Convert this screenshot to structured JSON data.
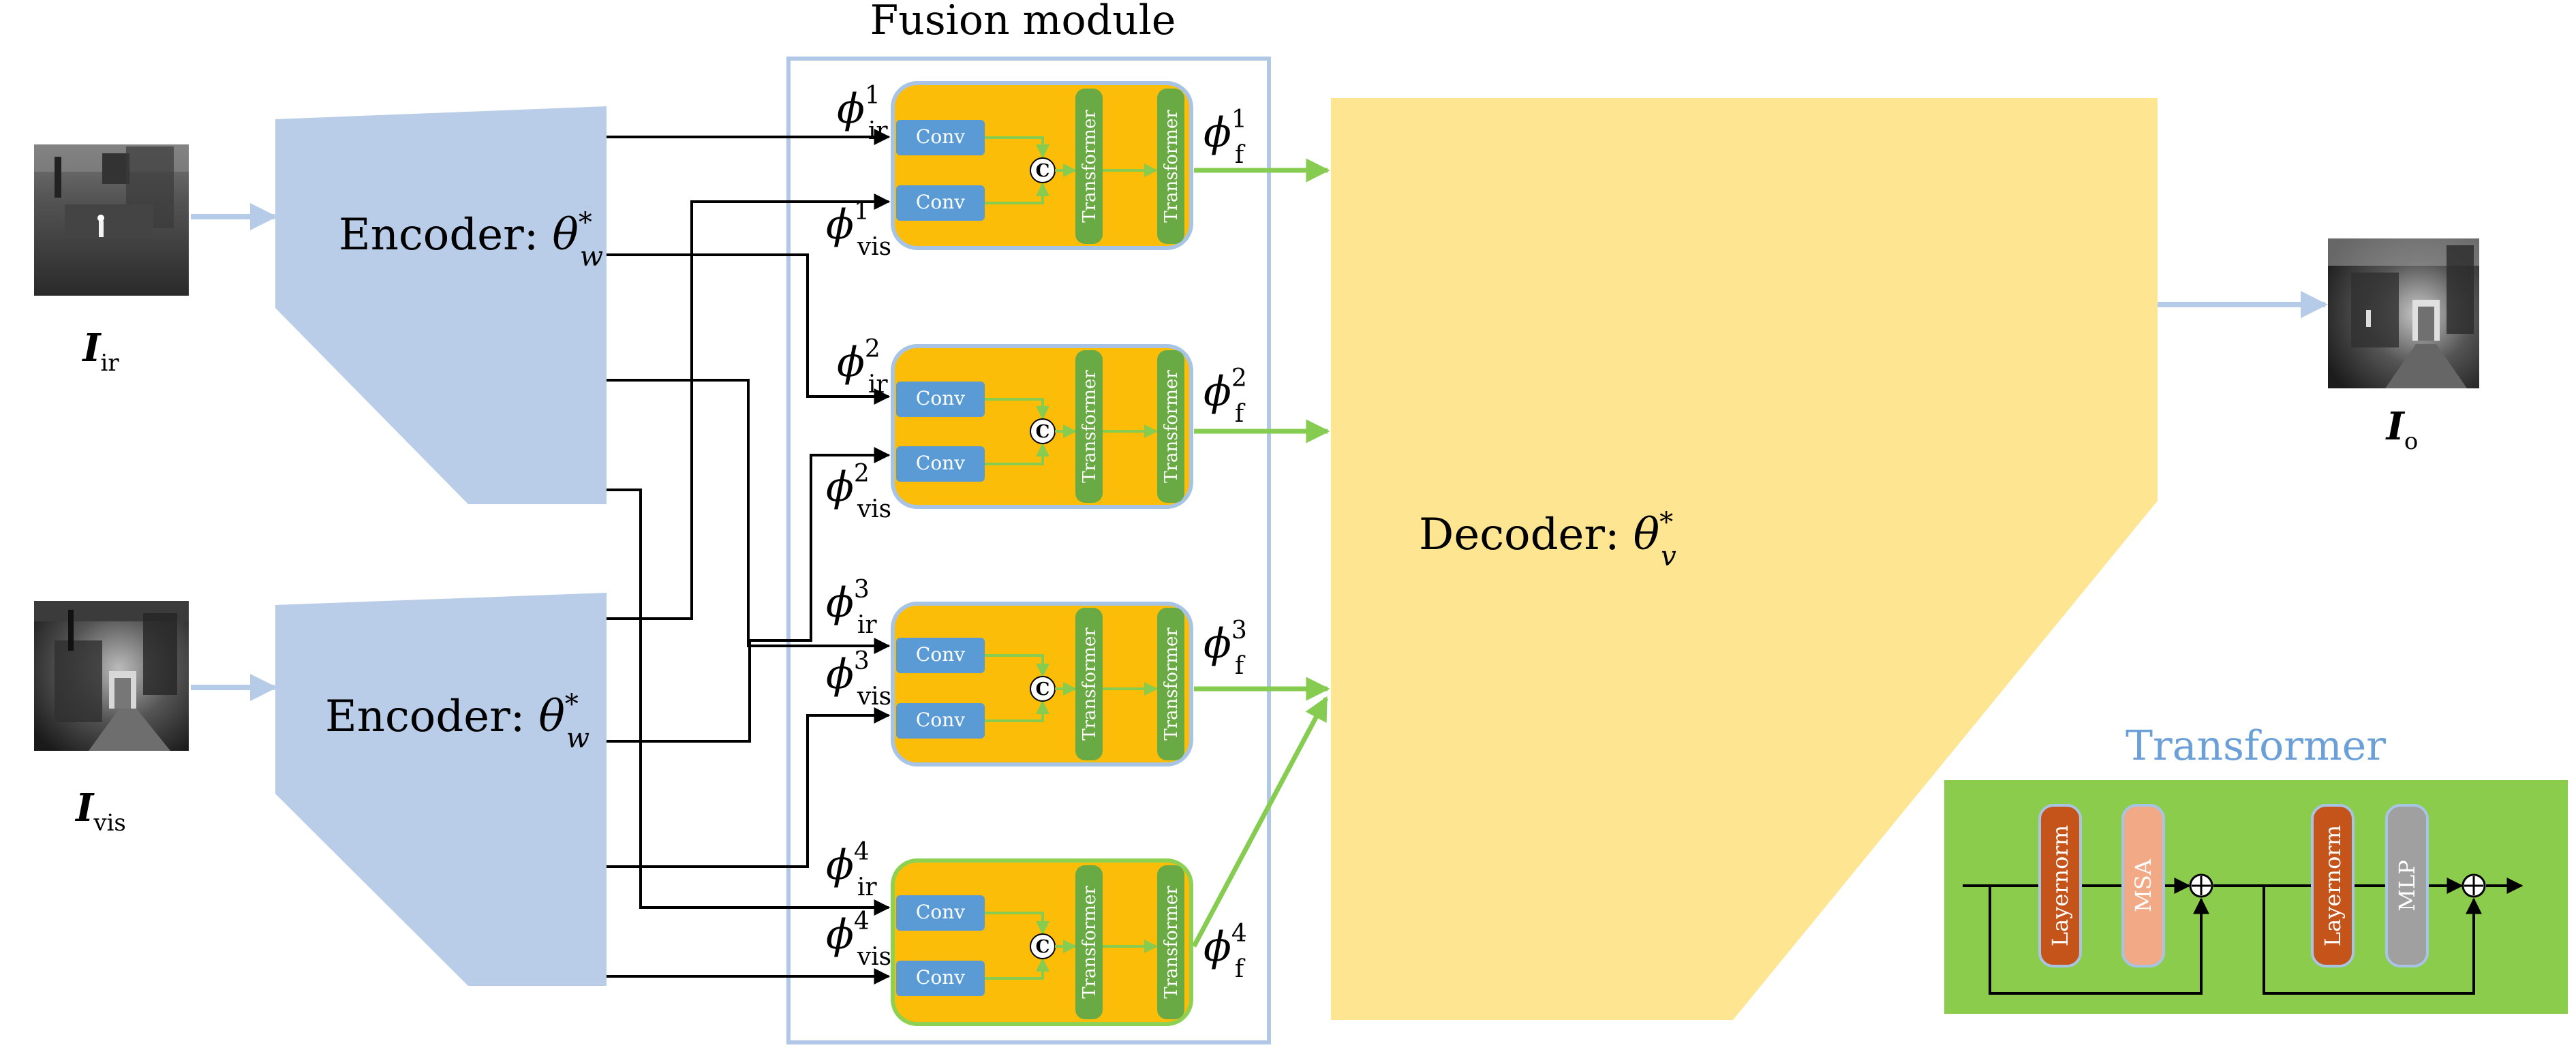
{
  "colors": {
    "encoder": "#b9cce8",
    "decoder": "#fde592",
    "fusion_block": "#fbbd08",
    "fusion_block_border": "#a8c4e4",
    "last_block_border": "#8cd152",
    "conv": "#5b9bd5",
    "transformer": "#6aaa45",
    "arrow_green": "#86cc50",
    "arrow_blue": "#b6cbe8",
    "transformer_panel": "#8ccc4c",
    "layernorm": "#c5541b",
    "msa": "#f1aa85",
    "mlp": "#a0a0a0",
    "transformer_title": "#6a9fd8",
    "module_border": "#b0c8e6"
  },
  "icons": [
    "concat-icon",
    "add-icon"
  ],
  "fusion_title": "Fusion module",
  "encoder_ir_label": "Encoder:",
  "encoder_vis_label": "Encoder:",
  "encoder_param": "θ",
  "encoder_param_sup": "*",
  "encoder_param_sub": "w",
  "decoder_label": "Decoder:",
  "decoder_param": "θ",
  "decoder_param_sup": "*",
  "decoder_param_sub": "v",
  "input_ir": {
    "symbol": "I",
    "sub": "ir"
  },
  "input_vis": {
    "symbol": "I",
    "sub": "vis"
  },
  "output": {
    "symbol": "I",
    "sub": "o"
  },
  "phi": "ϕ",
  "stages": [
    {
      "n": "1",
      "ir_sub": "ir",
      "vis_sub": "vis",
      "f_sub": "f"
    },
    {
      "n": "2",
      "ir_sub": "ir",
      "vis_sub": "vis",
      "f_sub": "f"
    },
    {
      "n": "3",
      "ir_sub": "ir",
      "vis_sub": "vis",
      "f_sub": "f"
    },
    {
      "n": "4",
      "ir_sub": "ir",
      "vis_sub": "vis",
      "f_sub": "f"
    }
  ],
  "conv_label": "Conv",
  "concat_label": "C",
  "transformer_block_label": "Transformer",
  "transformer_panel_title": "Transformer",
  "layernorm_label": "Layernorm",
  "msa_label": "MSA",
  "mlp_label": "MLP"
}
